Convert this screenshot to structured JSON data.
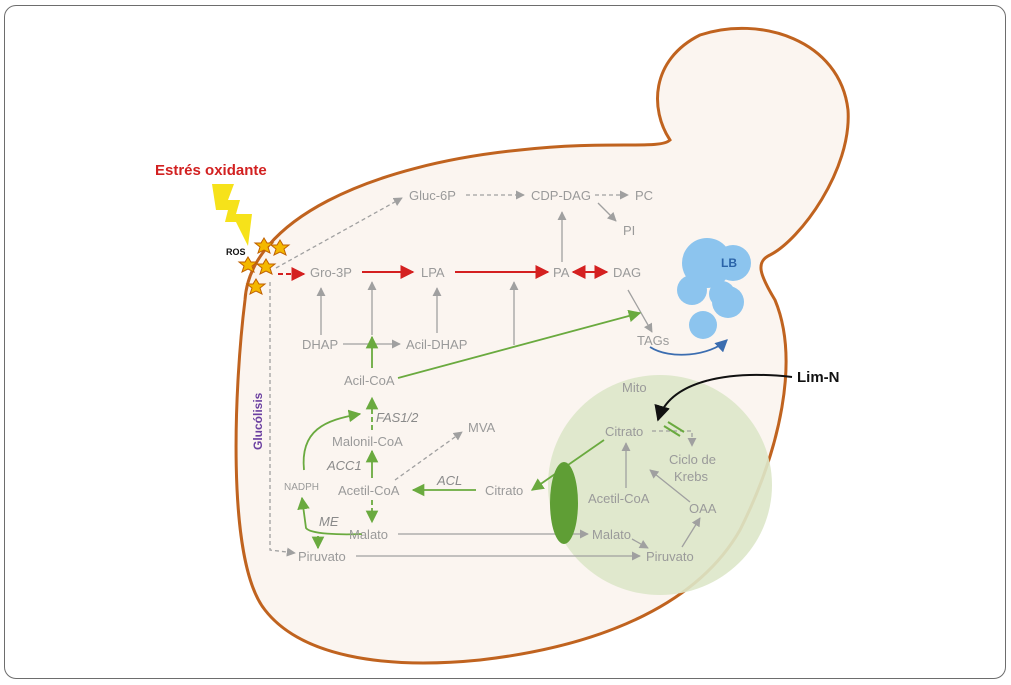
{
  "labels": {
    "stress": "Estrés oxidante",
    "ros": "ROS",
    "glucolisis": "Glucólisis",
    "gluc6p": "Gluc-6P",
    "cdpdag": "CDP-DAG",
    "pc": "PC",
    "pi": "PI",
    "gro3p": "Gro-3P",
    "lpa": "LPA",
    "pa": "PA",
    "dag": "DAG",
    "lb": "LB",
    "dhap": "DHAP",
    "acildhap": "Acil-DHAP",
    "tags": "TAGs",
    "acilcoa": "Acil-CoA",
    "fas": "FAS1/2",
    "malonilcoa": "Malonil-CoA",
    "mva": "MVA",
    "acc1": "ACC1",
    "acl": "ACL",
    "acetilcoa": "Acetil-CoA",
    "citrato": "Citrato",
    "nadph": "NADPH",
    "me": "ME",
    "malato": "Malato",
    "piruvato": "Piruvato",
    "mito": "Mito",
    "mito_citrato": "Citrato",
    "ciclo1": "Ciclo de",
    "ciclo2": "Krebs",
    "mito_acetilcoa": "Acetil-CoA",
    "oaa": "OAA",
    "mito_malato": "Malato",
    "mito_piruvato": "Piruvato",
    "limn": "Lim-N"
  },
  "colors": {
    "membrane": "#c0631f",
    "cell_fill": "#fbf5f0",
    "gray_arrow": "#a0a0a0",
    "red_arrow": "#d42020",
    "green_arrow": "#6aaa3f",
    "mito_fill": "#dde7c9",
    "transporter": "#5f9e35",
    "lipid_body": "#8cc4ee",
    "lb_text": "#2a63a8",
    "blue_arrow": "#3b6db0",
    "stress_text": "#d22121",
    "lightning": "#f6e21a",
    "ros_star": "#f4b800",
    "glucolisis_text": "#6b3fa0"
  }
}
